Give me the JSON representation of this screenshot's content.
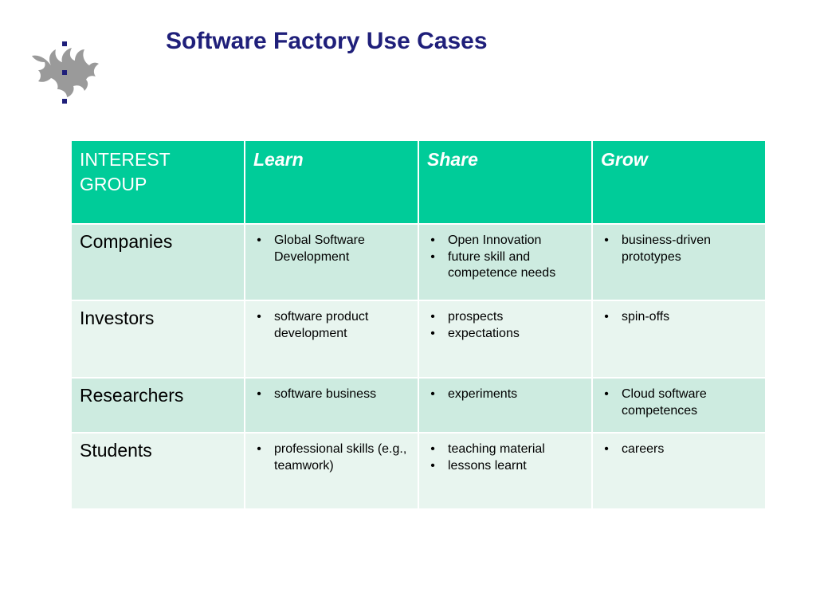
{
  "slide": {
    "title": "Software Factory Use Cases",
    "logo": {
      "icon": "flame-leaf-logo-icon",
      "color": "#9a9a9a",
      "dot_color": "#1f1f7a"
    }
  },
  "table": {
    "header_bg": "#00cc99",
    "row_bg_dark": "#cdebe0",
    "row_bg_light": "#e8f5ef",
    "headers": [
      "INTEREST GROUP",
      "Learn",
      "Share",
      "Grow"
    ],
    "rows": [
      {
        "group": "Companies",
        "learn": [
          "Global Software Development"
        ],
        "share": [
          "Open Innovation",
          "future skill and competence needs"
        ],
        "grow": [
          "business-driven prototypes"
        ]
      },
      {
        "group": "Investors",
        "learn": [
          "software product development"
        ],
        "share": [
          "prospects",
          "expectations"
        ],
        "grow": [
          "spin-offs"
        ]
      },
      {
        "group": "Researchers",
        "learn": [
          "software business"
        ],
        "share": [
          "experiments"
        ],
        "grow": [
          "Cloud software competences"
        ]
      },
      {
        "group": "Students",
        "learn": [
          "professional skills (e.g., teamwork)"
        ],
        "share": [
          "teaching material",
          "lessons learnt"
        ],
        "grow": [
          "careers"
        ]
      }
    ],
    "bullet_glyph": "•"
  }
}
